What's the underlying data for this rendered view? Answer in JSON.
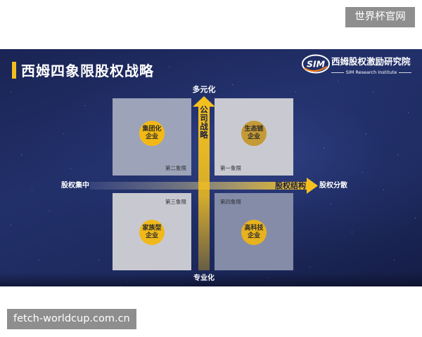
{
  "page": {
    "site_badge": "世界杯官网",
    "watermark": "fetch-worldcup.com.cn"
  },
  "slide": {
    "title": "西姆四象限股权战略",
    "logo": {
      "mark": "SIM",
      "name": "西姆股权激励研究院",
      "tagline": "SIM Research Institute"
    },
    "vertical_axis": {
      "top_label": "多元化",
      "bottom_label": "专业化",
      "axis_label": "公司战略"
    },
    "horizontal_axis": {
      "left_label": "股权集中",
      "right_label": "股权分散",
      "axis_label": "股权结构"
    },
    "quadrants": {
      "first": {
        "label": "第一象限",
        "line1": "生态链",
        "line2": "企业"
      },
      "second": {
        "label": "第二象限",
        "line1": "集团化",
        "line2": "企业"
      },
      "third": {
        "label": "第三象限",
        "line1": "家族型",
        "line2": "企业"
      },
      "fourth": {
        "label": "第四象限",
        "line1": "高科技",
        "line2": "企业"
      }
    }
  },
  "colors": {
    "accent_gold": "#f4c01e",
    "title_bar": "#f3bd1c",
    "logo_accent": "#f07a1a",
    "badge_background": "#8e8e8e",
    "slide_navy": "#1f2b5f"
  },
  "icons": {
    "logo": "sim-logo-icon"
  }
}
